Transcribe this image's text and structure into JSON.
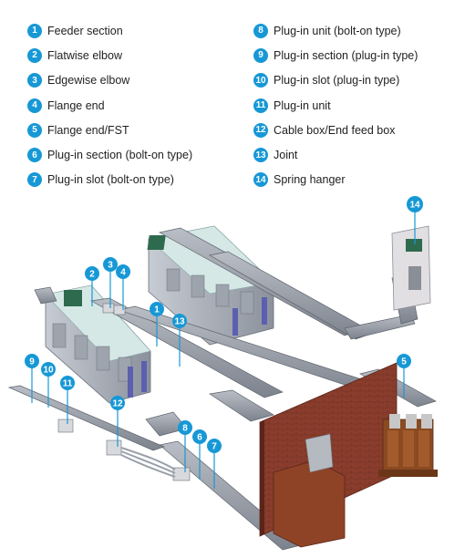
{
  "accent_color": "#1798d6",
  "legend": {
    "left": [
      {
        "num": "1",
        "label": "Feeder section"
      },
      {
        "num": "2",
        "label": "Flatwise elbow"
      },
      {
        "num": "3",
        "label": "Edgewise elbow"
      },
      {
        "num": "4",
        "label": "Flange end"
      },
      {
        "num": "5",
        "label": "Flange end/FST"
      },
      {
        "num": "6",
        "label": "Plug-in section (bolt-on type)"
      },
      {
        "num": "7",
        "label": "Plug-in slot (bolt-on type)"
      }
    ],
    "right": [
      {
        "num": "8",
        "label": "Plug-in unit (bolt-on type)"
      },
      {
        "num": "9",
        "label": "Plug-in section (plug-in type)"
      },
      {
        "num": "10",
        "label": "Plug-in slot (plug-in type)"
      },
      {
        "num": "11",
        "label": "Plug-in unit"
      },
      {
        "num": "12",
        "label": "Cable box/End feed box"
      },
      {
        "num": "13",
        "label": "Joint"
      },
      {
        "num": "14",
        "label": "Spring hanger"
      }
    ]
  },
  "pins": [
    "14",
    "2",
    "3",
    "4",
    "1",
    "13",
    "9",
    "10",
    "11",
    "12",
    "8",
    "6",
    "7",
    "5"
  ]
}
